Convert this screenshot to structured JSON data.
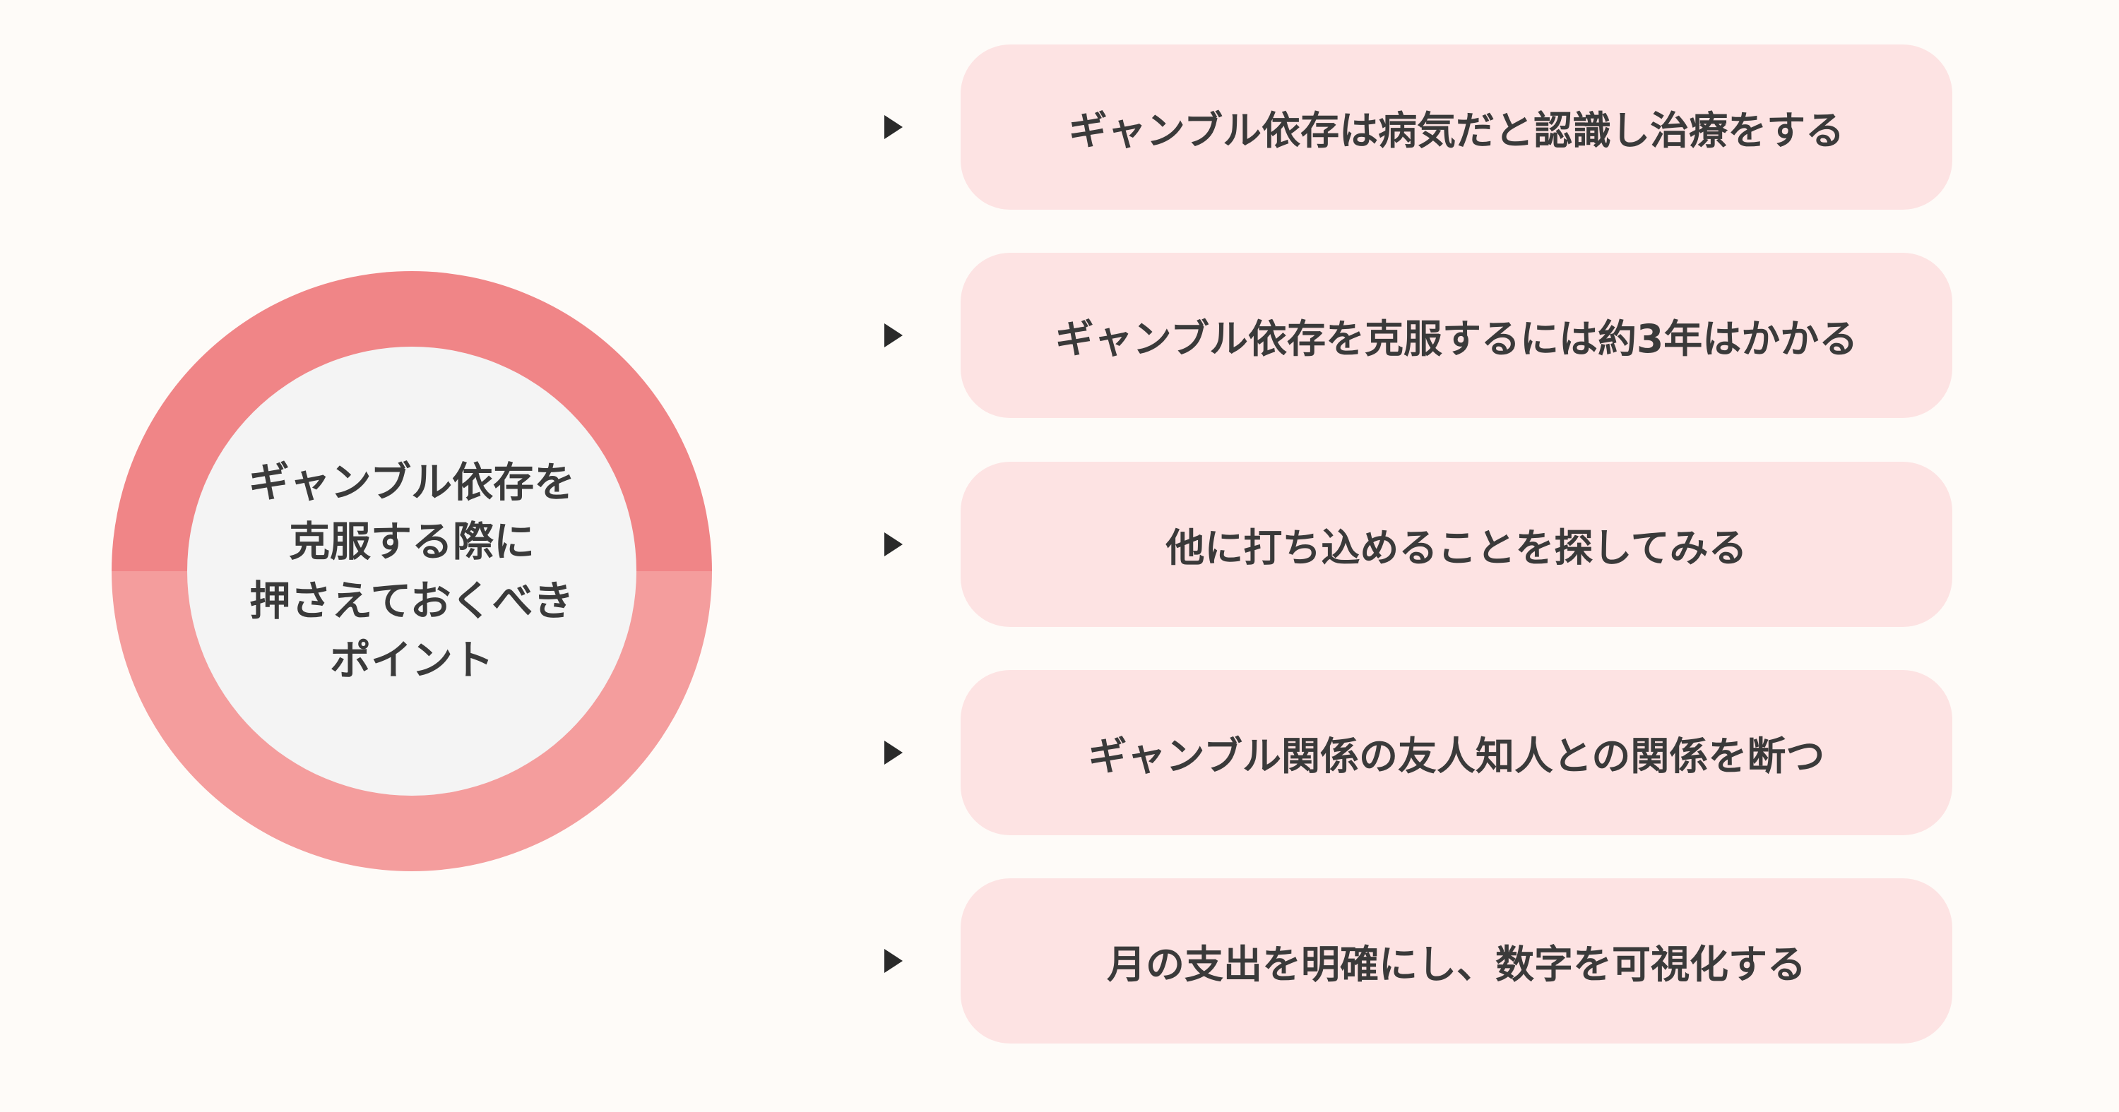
{
  "center": {
    "title": "ギャンブル依存を\n克服する際に\n押さえておくべき\nポイント"
  },
  "items": [
    {
      "label": "ギャンブル依存は病気だと認識し治療をする"
    },
    {
      "label": "ギャンブル依存を克服するには約3年はかかる"
    },
    {
      "label": "他に打ち込めることを探してみる"
    },
    {
      "label": "ギャンブル関係の友人知人との関係を断つ"
    },
    {
      "label": "月の支出を明確にし、数字を可視化する"
    }
  ],
  "colors": {
    "ring_top": "#f08587",
    "ring_bottom": "#f49d9d",
    "inner": "#f4f4f4",
    "box": "#fde3e3",
    "background": "#fefbf8"
  }
}
